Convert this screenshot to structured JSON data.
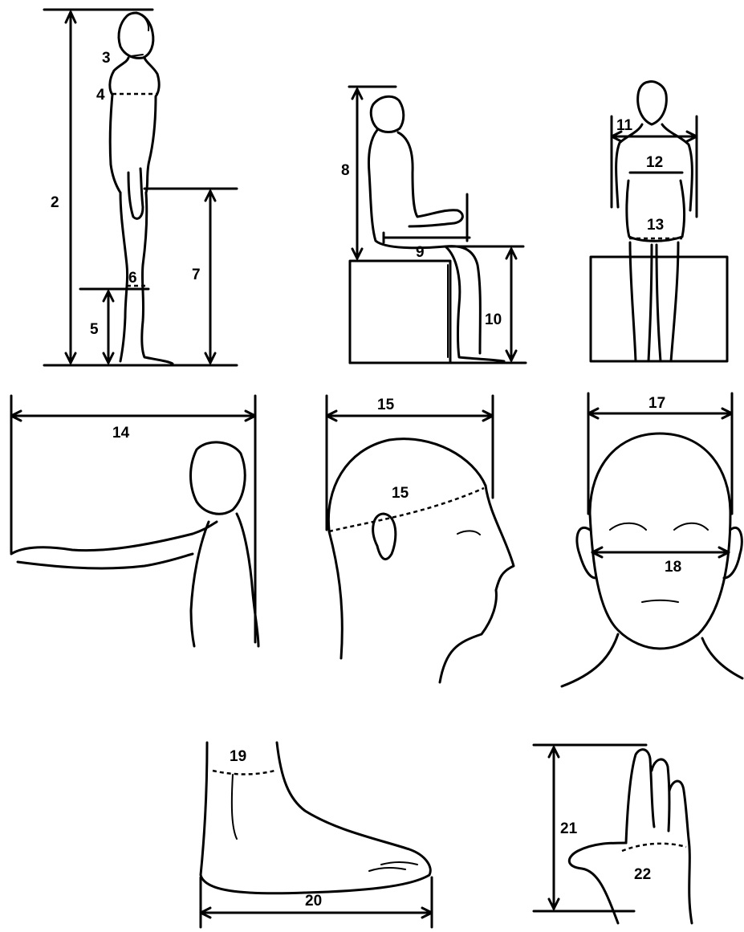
{
  "figures": [
    {
      "id": "standing",
      "labels": [
        "2",
        "3",
        "4",
        "5",
        "6",
        "7"
      ]
    },
    {
      "id": "seated-side",
      "labels": [
        "8",
        "9",
        "10"
      ]
    },
    {
      "id": "seated-front",
      "labels": [
        "11",
        "12",
        "13"
      ]
    },
    {
      "id": "arm-reach",
      "labels": [
        "14"
      ]
    },
    {
      "id": "head-side",
      "labels": [
        "15",
        "15"
      ]
    },
    {
      "id": "head-front",
      "labels": [
        "17",
        "18"
      ]
    },
    {
      "id": "foot",
      "labels": [
        "19",
        "20"
      ]
    },
    {
      "id": "hand",
      "labels": [
        "21",
        "22"
      ]
    }
  ],
  "labels": {
    "m2": "2",
    "m3": "3",
    "m4": "4",
    "m5": "5",
    "m6": "6",
    "m7": "7",
    "m8": "8",
    "m9": "9",
    "m10": "10",
    "m11": "11",
    "m12": "12",
    "m13": "13",
    "m14": "14",
    "m15a": "15",
    "m15b": "15",
    "m17": "17",
    "m18": "18",
    "m19": "19",
    "m20": "20",
    "m21": "21",
    "m22": "22"
  }
}
